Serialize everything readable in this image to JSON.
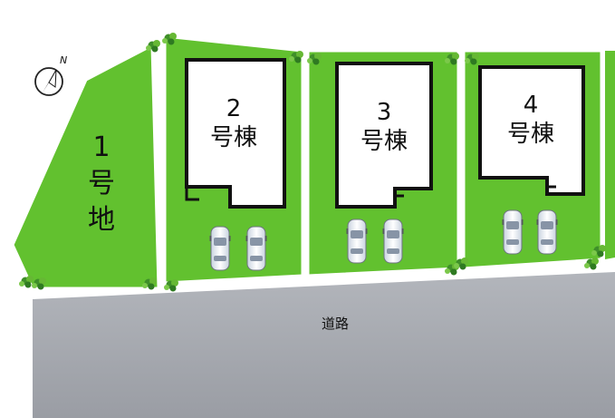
{
  "compass": {
    "north_label": "N",
    "icon": "north-arrow-icon"
  },
  "lots": [
    {
      "id": "lot-1",
      "num": "1",
      "suffix": "号地"
    },
    {
      "id": "lot-2",
      "num": "2",
      "suffix": "号棟"
    },
    {
      "id": "lot-3",
      "num": "3",
      "suffix": "号棟"
    },
    {
      "id": "lot-4",
      "num": "4",
      "suffix": "号棟"
    }
  ],
  "road": {
    "label": "道路"
  },
  "colors": {
    "lawn": "#62c12f",
    "lawn_dark": "#4e9e22",
    "road": "#a9acb3",
    "building_outline": "#111111",
    "shrub": "#3f8f2a"
  }
}
